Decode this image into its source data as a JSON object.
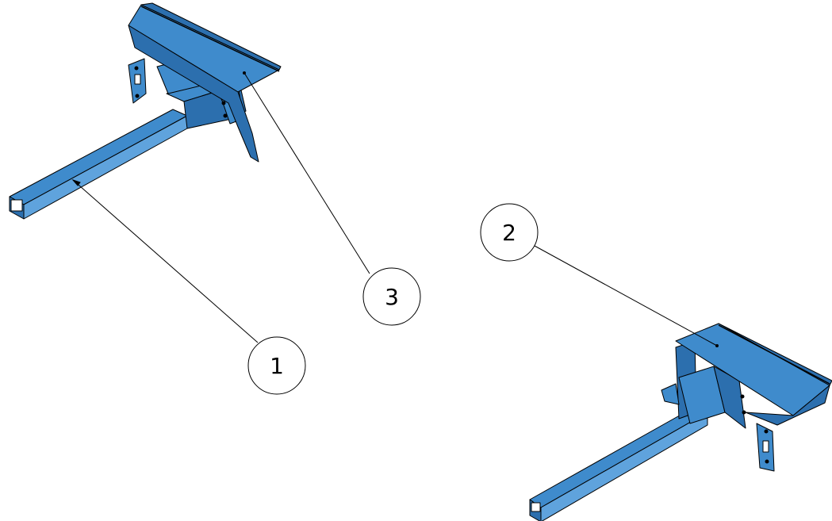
{
  "drawing": {
    "part_color": "#3f8bcc",
    "part_dark": "#2c6fae",
    "part_light": "#5fa3dd",
    "outline_color": "#000000",
    "balloons": [
      {
        "label": "1",
        "name": "balloon-1"
      },
      {
        "label": "2",
        "name": "balloon-2"
      },
      {
        "label": "3",
        "name": "balloon-3"
      }
    ]
  }
}
